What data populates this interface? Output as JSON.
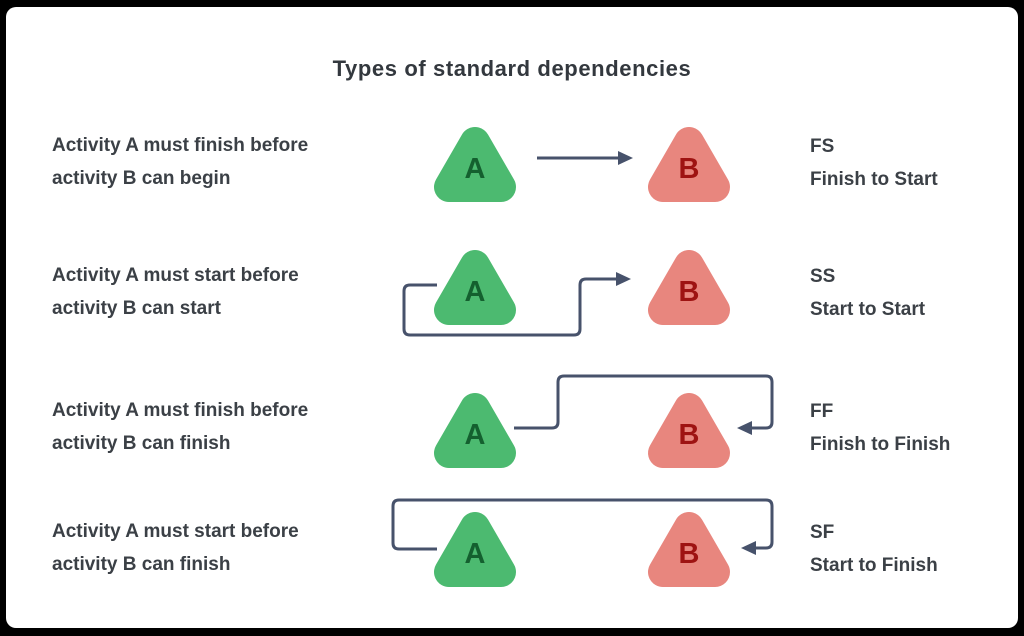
{
  "title": "Types of standard dependencies",
  "activity_a_label": "A",
  "activity_b_label": "B",
  "rows": [
    {
      "code": "FS",
      "name": "Finish to Start",
      "description_line1": "Activity A must finish before",
      "description_line2": "activity B can begin"
    },
    {
      "code": "SS",
      "name": "Start to Start",
      "description_line1": "Activity A must start before",
      "description_line2": "activity B can start"
    },
    {
      "code": "FF",
      "name": "Finish to Finish",
      "description_line1": "Activity A must finish before",
      "description_line2": "activity B can finish"
    },
    {
      "code": "SF",
      "name": "Start to Finish",
      "description_line1": "Activity A must start before",
      "description_line2": "activity B can finish"
    }
  ],
  "colors": {
    "activity_a_fill": "#4cba70",
    "activity_a_text": "#14602f",
    "activity_b_fill": "#e8867e",
    "activity_b_text": "#9e1312",
    "connector": "#47526b",
    "text": "#3b4046",
    "frame": "#000000",
    "background": "#ffffff"
  }
}
